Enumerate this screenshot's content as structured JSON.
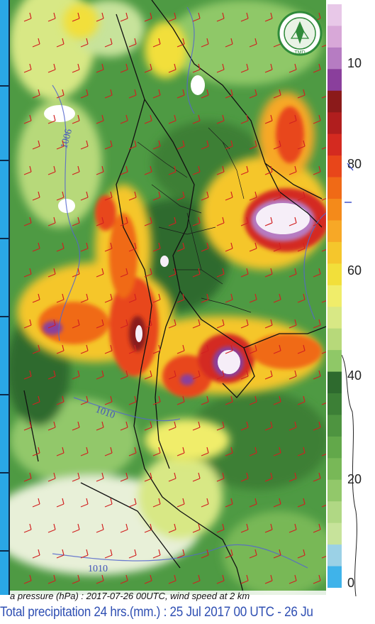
{
  "colorbar": {
    "ticks": [
      "10",
      "80",
      "60",
      "40",
      "20",
      "0"
    ],
    "colors": [
      "#e8c8e8",
      "#d8a8d8",
      "#b67cc2",
      "#8a3f9c",
      "#8b1a1a",
      "#b01e1e",
      "#d42a20",
      "#e8461a",
      "#f06a16",
      "#f48a1a",
      "#f7a826",
      "#f5c62c",
      "#f2df3a",
      "#f0ed6a",
      "#d8e885",
      "#b7d97a",
      "#8fc867",
      "#2e6a2e",
      "#3c7f36",
      "#4e9440",
      "#62a84a",
      "#78b857",
      "#92c86a",
      "#b0d884",
      "#c7e39b",
      "#9bd1e6",
      "#3fb3ea"
    ]
  },
  "logo": {
    "icon": "meteorological-department-seal-icon",
    "text": "TMD"
  },
  "isobars": [
    "1006",
    "1010",
    "1010"
  ],
  "captions": {
    "overlay": "a pressure (hPa) : 2017-07-26 00UTC, wind speed at 2 km",
    "main": "Total precipitation 24 hrs.(mm.) : 25 Jul 2017 00 UTC - 26 Ju"
  }
}
